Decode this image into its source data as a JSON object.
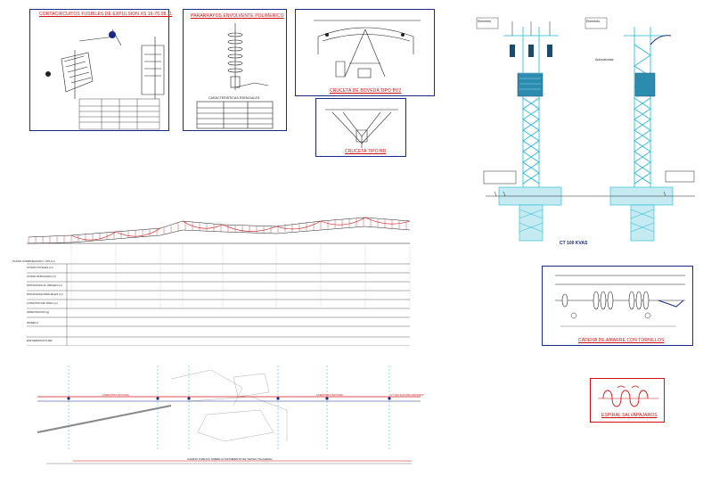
{
  "panels": {
    "cutouts": {
      "title": "CORTACIRCUITOS FUSIBLES DE EXPULSION XS 16-75.08.11"
    },
    "surge": {
      "title": "PARARRAYOS ENVOLVENTE POLIMERICO",
      "table_title": "CARACTERISTICAS ESENCIALES"
    },
    "crossarm": {
      "title": "CRUCETA DE BOVEDA TIPO BV2"
    },
    "crossarm2": {
      "title": "CRUCETA TIPO BD"
    },
    "tower": {
      "rating": "CT 100 KVAS",
      "labels": [
        "Elemento",
        "Elemento",
        "Autovalvulas"
      ]
    },
    "insulator": {
      "title": "CADENA DE AMARRE CON TORNILLOS"
    },
    "spiral": {
      "title": "ESPIRAL SALVAPAJAROS"
    }
  },
  "profile": {
    "row_labels": [
      "COTAS TOTALES (m)",
      "COTAS PARCIALES (m)",
      "DISTANCIAS AL ORIGEN (m)",
      "DISTANCIAS PARCIALES (m)",
      "LONGITUD DE VANO (m)",
      "ORIENTACION (g)",
      "MODELO",
      "ESFUERZO/ALTURA"
    ],
    "datum": "PLANO COMPARACION = 375,0 m"
  },
  "plan": {
    "labels": [
      "LINEA PROYECTADA",
      "LINEA PROYECTADA",
      "CT 100 KVA PROYECTADO"
    ],
    "road": "CAMINO PUBLICO SOBRE AYUNTAMIENTO DE TEITAR (TALAVERA)"
  },
  "colors": {
    "frame": "#1a2a8c",
    "title": "#d01010",
    "cyan": "#19b8d8",
    "hatch": "#c02020"
  }
}
